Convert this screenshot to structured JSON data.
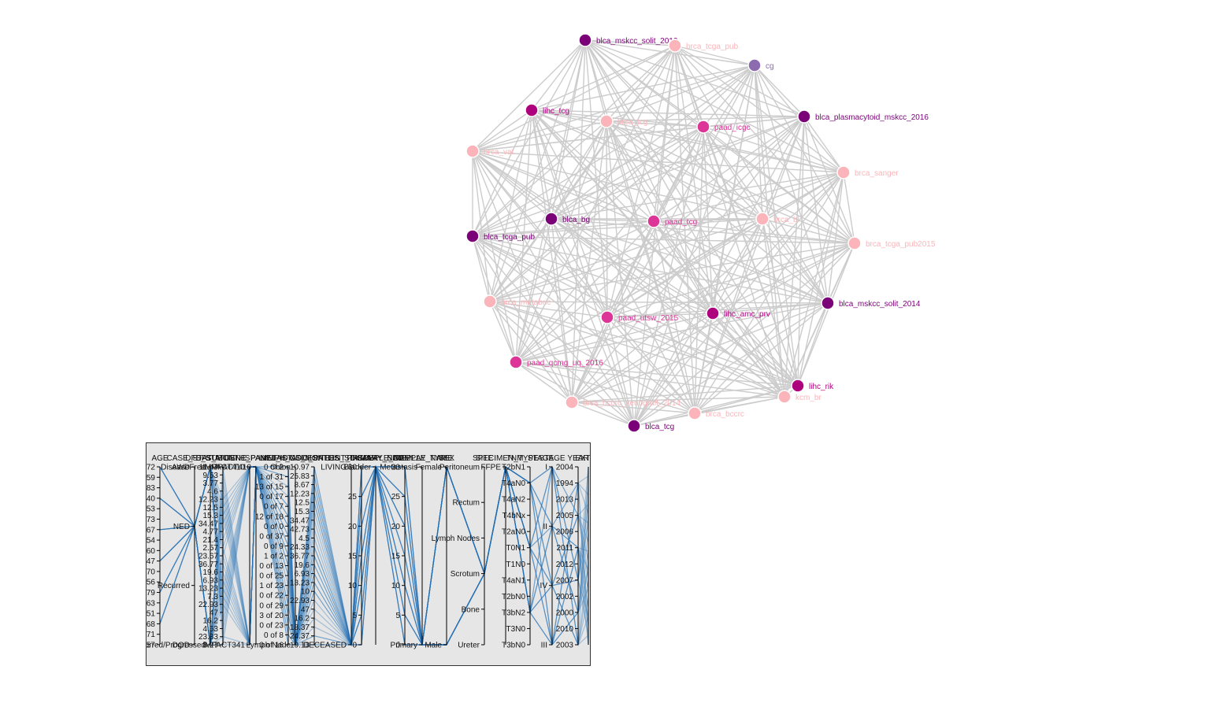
{
  "network": {
    "node_colors": {
      "blca": "#7a0177",
      "lihc": "#ae017e",
      "paad": "#dd3497",
      "brca": "#fbb4b9",
      "cg": "#8c6bb1",
      "kcm": "#fbb4b9"
    },
    "edge_color": "#cccccc",
    "nodes": [
      {
        "id": "blca_mskcc_solit_2012",
        "group": "blca"
      },
      {
        "id": "brca_tcga_pub",
        "group": "brca"
      },
      {
        "id": "cg",
        "group": "cg"
      },
      {
        "id": "blca_plasmacytoid_mskcc_2016",
        "group": "blca"
      },
      {
        "id": "brca_sanger",
        "group": "brca"
      },
      {
        "id": "brca_tcga_pub2015",
        "group": "brca"
      },
      {
        "id": "blca_mskcc_solit_2014",
        "group": "blca"
      },
      {
        "id": "lihc_rik",
        "group": "lihc"
      },
      {
        "id": "kcm_br",
        "group": "kcm"
      },
      {
        "id": "brca_bccrc",
        "group": "brca"
      },
      {
        "id": "blca_tcg",
        "group": "blca"
      },
      {
        "id": "brca_bccrc_xenograft_2014",
        "group": "brca"
      },
      {
        "id": "paad_qcmg_uq_2016",
        "group": "paad"
      },
      {
        "id": "brca_metabric",
        "group": "brca"
      },
      {
        "id": "blca_tcga_pub",
        "group": "blca"
      },
      {
        "id": "brca_vat",
        "group": "brca"
      },
      {
        "id": "lihc_tcg",
        "group": "lihc"
      },
      {
        "id": "brca_tcg",
        "group": "brca"
      },
      {
        "id": "paad_icgc",
        "group": "paad"
      },
      {
        "id": "blca_bg",
        "group": "blca"
      },
      {
        "id": "paad_tcg",
        "group": "paad"
      },
      {
        "id": "brca_bl",
        "group": "brca"
      },
      {
        "id": "paad_utsw_2015",
        "group": "paad"
      },
      {
        "id": "lihc_amc_prv",
        "group": "lihc"
      }
    ]
  },
  "parallel_coordinates": {
    "line_color": "#2171b5",
    "axes": [
      {
        "name": "AGE",
        "labels": [
          "72",
          "59",
          "83",
          "40",
          "53",
          "73",
          "67",
          "54",
          "60",
          "47",
          "70",
          "56",
          "79",
          "63",
          "51",
          "68",
          "71",
          "57"
        ]
      },
      {
        "name": "CASE_STATUS",
        "labels": [
          "AWD",
          "NED",
          "Recurred",
          "DOD"
        ]
      },
      {
        "name": "DFS_STATUS",
        "labels": [
          "DiseaseFree",
          "Recurred/Progressed"
        ]
      },
      {
        "name": "DFS_MONTHS",
        "labels": [
          "11.47",
          "9.53",
          "3.77",
          "4.6",
          "12.23",
          "12.5",
          "15.3",
          "34.47",
          "4.77",
          "21.4",
          "2.57",
          "23.67",
          "36.77",
          "19.6",
          "6.93",
          "13.23",
          "7.3",
          "22.93",
          "47",
          "16.2",
          "4.63",
          "23.33",
          "3.27"
        ]
      },
      {
        "name": "GENE_PANEL",
        "labels": [
          "IMPACT410",
          "IMPACT341"
        ]
      },
      {
        "name": "GENE_PANEL_ID",
        "labels": [
          "IMPACT410"
        ]
      },
      {
        "name": "LYMPH_NODES",
        "labels": [
          "0 of 2",
          "1 of 31",
          "13 of 15",
          "0 of 17",
          "0 of 7",
          "12 of 18",
          "0 of 0",
          "0 of 37",
          "0 of 9",
          "1 of 2",
          "0 of 13",
          "0 of 25",
          "1 of 23",
          "0 of 22",
          "0 of 29",
          "3 of 20",
          "0 of 23",
          "0 of 8",
          "0 of 16"
        ]
      },
      {
        "name": "METASTATIC_SITE",
        "labels": [
          "Colon",
          "Lymph Node"
        ]
      },
      {
        "name": "OS_MONTHS",
        "labels": [
          "10.97",
          "25.83",
          "8.67",
          "12.23",
          "12.5",
          "15.3",
          "34.47",
          "42.73",
          "4.5",
          "24.33",
          "36.77",
          "19.6",
          "6.93",
          "13.23",
          "10",
          "22.93",
          "47",
          "16.2",
          "18.37",
          "24.37",
          "19.13"
        ]
      },
      {
        "name": "OS_STATUS",
        "labels": [
          "LIVING",
          "DECEASED"
        ]
      },
      {
        "name": "PATIENT_DISPLAY_NAME",
        "labels": [
          "30",
          "25",
          "20",
          "15",
          "10",
          "5",
          "0"
        ]
      },
      {
        "name": "PRIMARY_SITE",
        "labels": [
          "Bladder"
        ]
      },
      {
        "name": "SAMPLE_DISPLAY_NAME",
        "labels": [
          "30",
          "25",
          "20",
          "15",
          "10",
          "5",
          "0"
        ]
      },
      {
        "name": "SAMPLE_TYPE",
        "labels": [
          "Metastasis",
          "Primary"
        ]
      },
      {
        "name": "SEX",
        "labels": [
          "Female",
          "Male"
        ]
      },
      {
        "name": "SITE",
        "labels": [
          "Peritoneum",
          "Rectum",
          "Lymph Nodes",
          "Scrotum",
          "Bone",
          "Ureter"
        ]
      },
      {
        "name": "SPECIMEN_TYPE",
        "labels": [
          "FFPE"
        ]
      },
      {
        "name": "TNM_STAGE",
        "labels": [
          "T2bN1",
          "T4aN0",
          "T4aN2",
          "T4bNx",
          "T2aN0",
          "T0N1",
          "T1N0",
          "T4aN1",
          "T2bN0",
          "T3bN2",
          "T3N0",
          "T3bN0"
        ]
      },
      {
        "name": "STAGE",
        "labels": [
          "I",
          "II",
          "IV",
          "III"
        ]
      },
      {
        "name": "YEAR",
        "labels": [
          "2004",
          "1994",
          "2013",
          "2005",
          "2006",
          "2011",
          "2012",
          "2007",
          "2002",
          "2000",
          "2010",
          "2003"
        ]
      },
      {
        "name": "EXTRA",
        "labels": []
      }
    ]
  }
}
